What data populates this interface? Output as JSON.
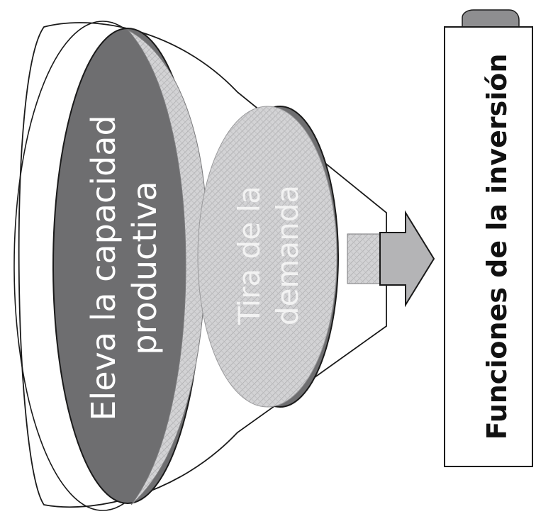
{
  "diagram": {
    "outer_label_lines": [
      "Eleva la capacidad",
      "productiva"
    ],
    "inner_label_lines": [
      "Tira de la",
      "demanda"
    ],
    "box_label": "Funciones de la inversión"
  },
  "colors": {
    "dark_ellipse": "#6e6e70",
    "hatch_fill": "#c9c9cb",
    "arrow_fill": "#b4b4b6",
    "outline": "#1a1a1a",
    "outer_text": "#ffffff",
    "inner_text": "#f2f2f2",
    "box_text": "#111111"
  }
}
